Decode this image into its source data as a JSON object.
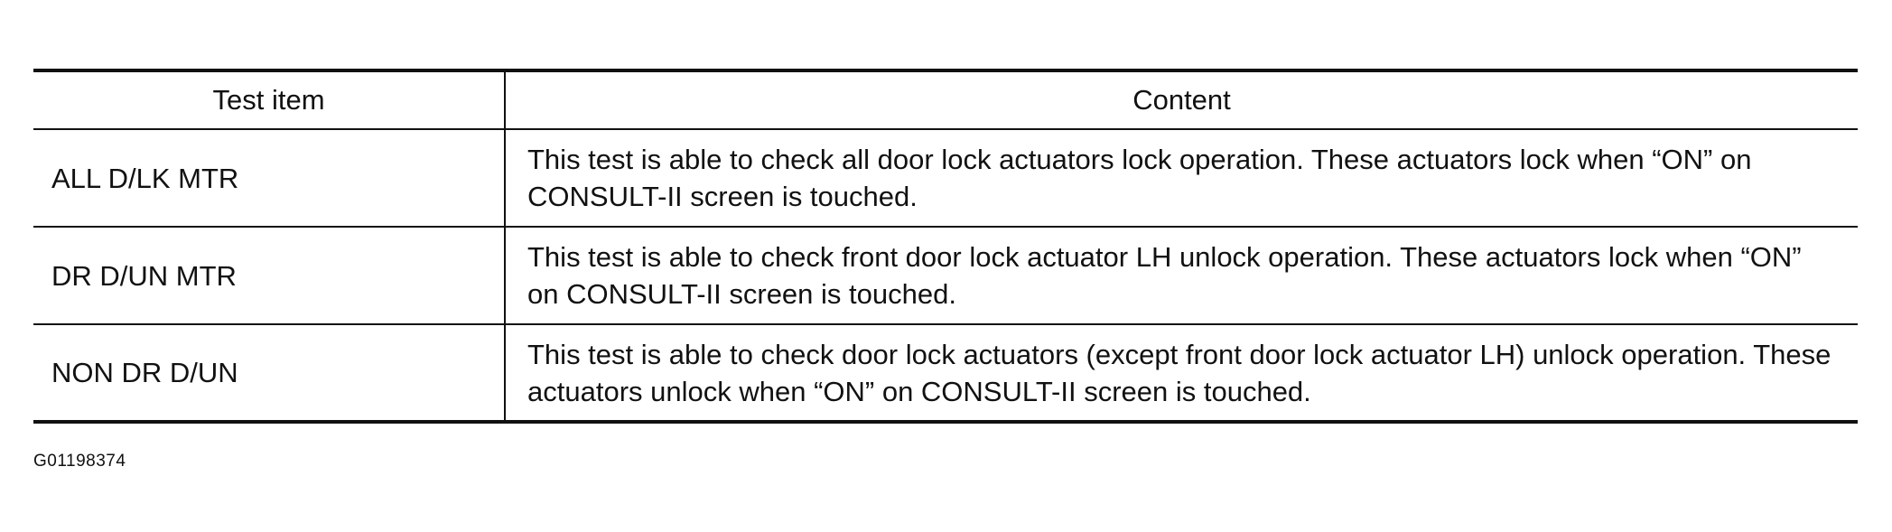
{
  "table": {
    "headers": {
      "test_item": "Test item",
      "content": "Content"
    },
    "rows": [
      {
        "item": "ALL D/LK MTR",
        "content": "This test is able to check all door lock actuators lock operation. These actuators lock when “ON” on CONSULT-II screen is touched."
      },
      {
        "item": "DR D/UN MTR",
        "content": "This test is able to check front door lock actuator LH unlock operation. These actuators lock when “ON” on CONSULT-II screen is touched."
      },
      {
        "item": "NON DR D/UN",
        "content": "This test is able to check door lock actuators (except front door lock actuator LH) unlock operation. These actuators unlock when “ON” on CONSULT-II screen is touched."
      }
    ]
  },
  "figure_id": "G01198374"
}
